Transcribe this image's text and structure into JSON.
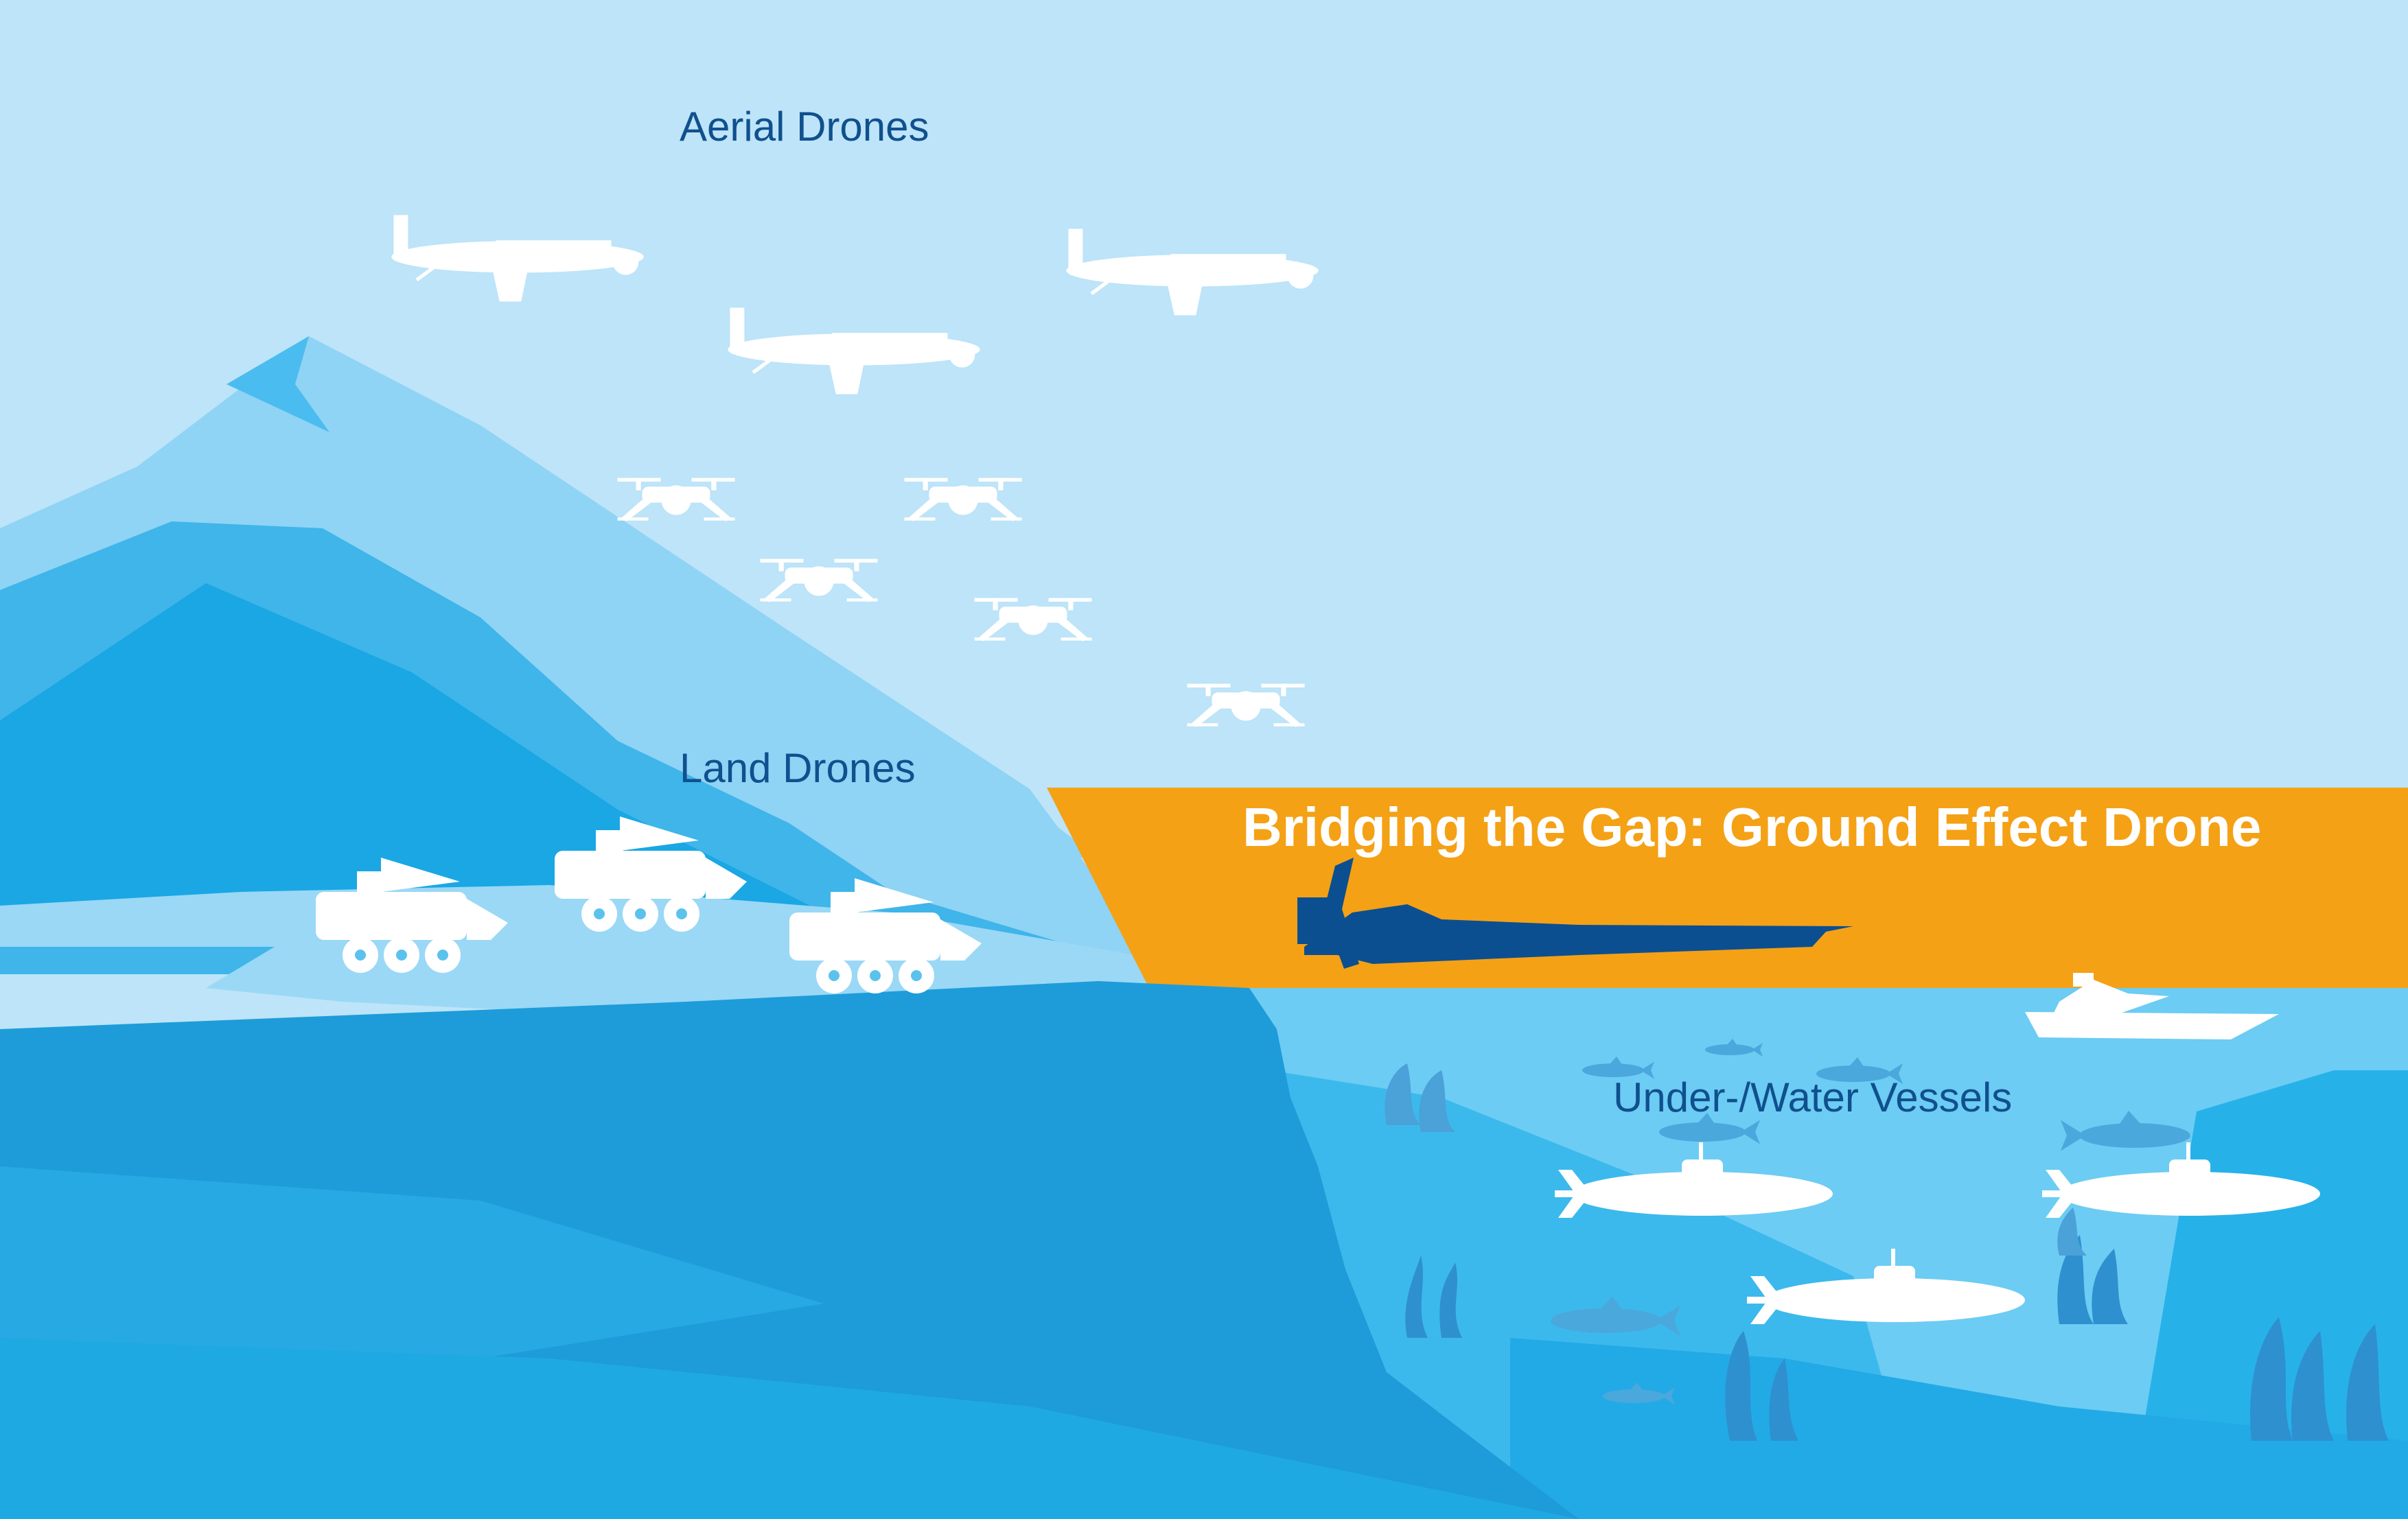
{
  "labels": {
    "aerial": "Aerial Drones",
    "land": "Land Drones",
    "water": "Under-/Water Vessels",
    "banner": "Bridging the Gap: Ground Effect Drone"
  },
  "colors": {
    "sky": "#bde4f8",
    "banner": "#f4a116",
    "label_text": "#10508e",
    "drone_highlight": "#0c4f90",
    "icons": "#ffffff"
  },
  "icons": {
    "fixed_wing": "fixed-wing-drone-icon",
    "quadcopter": "quadcopter-drone-icon",
    "ground_vehicle": "ground-vehicle-icon",
    "boat": "speedboat-icon",
    "submarine": "submarine-icon",
    "fish": "fish-icon",
    "coral": "coral-icon",
    "ground_effect": "ground-effect-drone-icon"
  }
}
